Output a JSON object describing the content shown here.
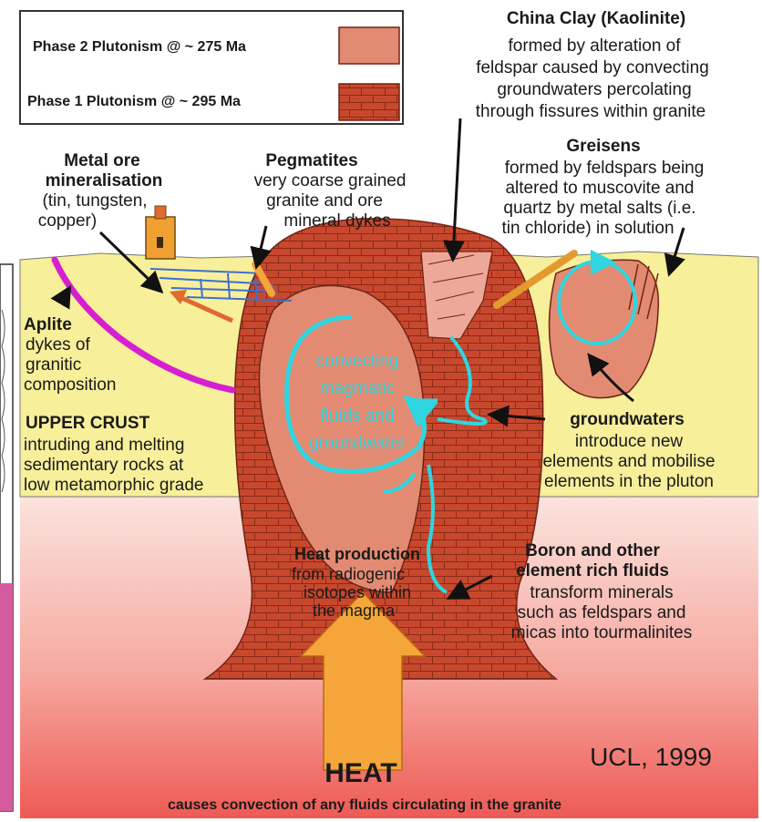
{
  "legend": {
    "phase2": "Phase 2 Plutonism @ ~ 275 Ma",
    "phase1": "Phase 1 Plutonism @ ~ 295 Ma"
  },
  "china_clay": {
    "title": "China Clay (Kaolinite)",
    "lines": [
      "formed by alteration of",
      "feldspar caused by convecting",
      "groundwaters percolating",
      "through fissures within granite"
    ]
  },
  "greisens": {
    "title": "Greisens",
    "lines": [
      "formed by feldspars being",
      "altered to muscovite and",
      "quartz by metal salts (i.e.",
      "tin chloride) in solution"
    ]
  },
  "metal_ore": {
    "title_lines": [
      "Metal ore",
      "mineralisation"
    ],
    "lines": [
      "(tin, tungsten,",
      "copper)"
    ]
  },
  "pegmatites": {
    "title": "Pegmatites",
    "lines": [
      "very coarse grained",
      "granite and ore",
      "mineral dykes"
    ]
  },
  "aplite": {
    "title": "Aplite",
    "lines": [
      "dykes of",
      "granitic",
      "composition"
    ]
  },
  "upper_crust": {
    "title": "UPPER CRUST",
    "lines": [
      "intruding and melting",
      "sedimentary rocks at",
      "low metamorphic grade"
    ]
  },
  "groundwaters": {
    "title": "groundwaters",
    "lines": [
      "introduce new",
      "elements and mobilise",
      "elements in the pluton"
    ]
  },
  "convecting": {
    "lines": [
      "convecting",
      "magmatic",
      "fluids and",
      "groundwater"
    ]
  },
  "boron": {
    "title_lines": [
      "Boron and other",
      "element rich fluids"
    ],
    "lines": [
      "transform minerals",
      "such as feldspars and",
      "micas into tourmalinites"
    ]
  },
  "heat_production": {
    "lines": [
      "Heat production",
      "from radiogenic",
      "isotopes within",
      "the magma"
    ]
  },
  "heat": {
    "title": "HEAT",
    "caption": "causes convection of any fluids circulating in the granite"
  },
  "credit": "UCL, 1999",
  "colors": {
    "sediment": "#f7ef9a",
    "granite_phase1": "#c8482e",
    "granite_phase2": "#e38a72",
    "fluid": "#2fd6e0",
    "dyke": "#d61fd0",
    "heat_arrow": "#f4a63a"
  }
}
